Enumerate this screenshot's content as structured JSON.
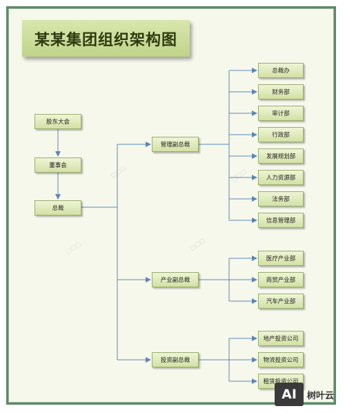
{
  "title": "某某集团组织架构图",
  "nodes": {
    "shareholders": "股东大会",
    "board": "董事会",
    "president": "总裁",
    "vp_management": "管理副总裁",
    "vp_industry": "产业副总裁",
    "vp_investment": "投资副总裁"
  },
  "management_depts": [
    "总裁办",
    "财务部",
    "审计部",
    "行政部",
    "发展规划部",
    "人力资源部",
    "法务部",
    "信息管理部"
  ],
  "industry_depts": [
    "医疗产业部",
    "商贸产业部",
    "汽车产业部"
  ],
  "investment_depts": [
    "地产投资公司",
    "物流投资公司",
    "租赁投资公司"
  ],
  "logo": {
    "mark": "AI",
    "text": "树叶云"
  },
  "colors": {
    "frame": "#5f8a67",
    "line": "#5b87b8",
    "node_fill": "#dbe7b4",
    "title_fill": "#c8d995"
  }
}
